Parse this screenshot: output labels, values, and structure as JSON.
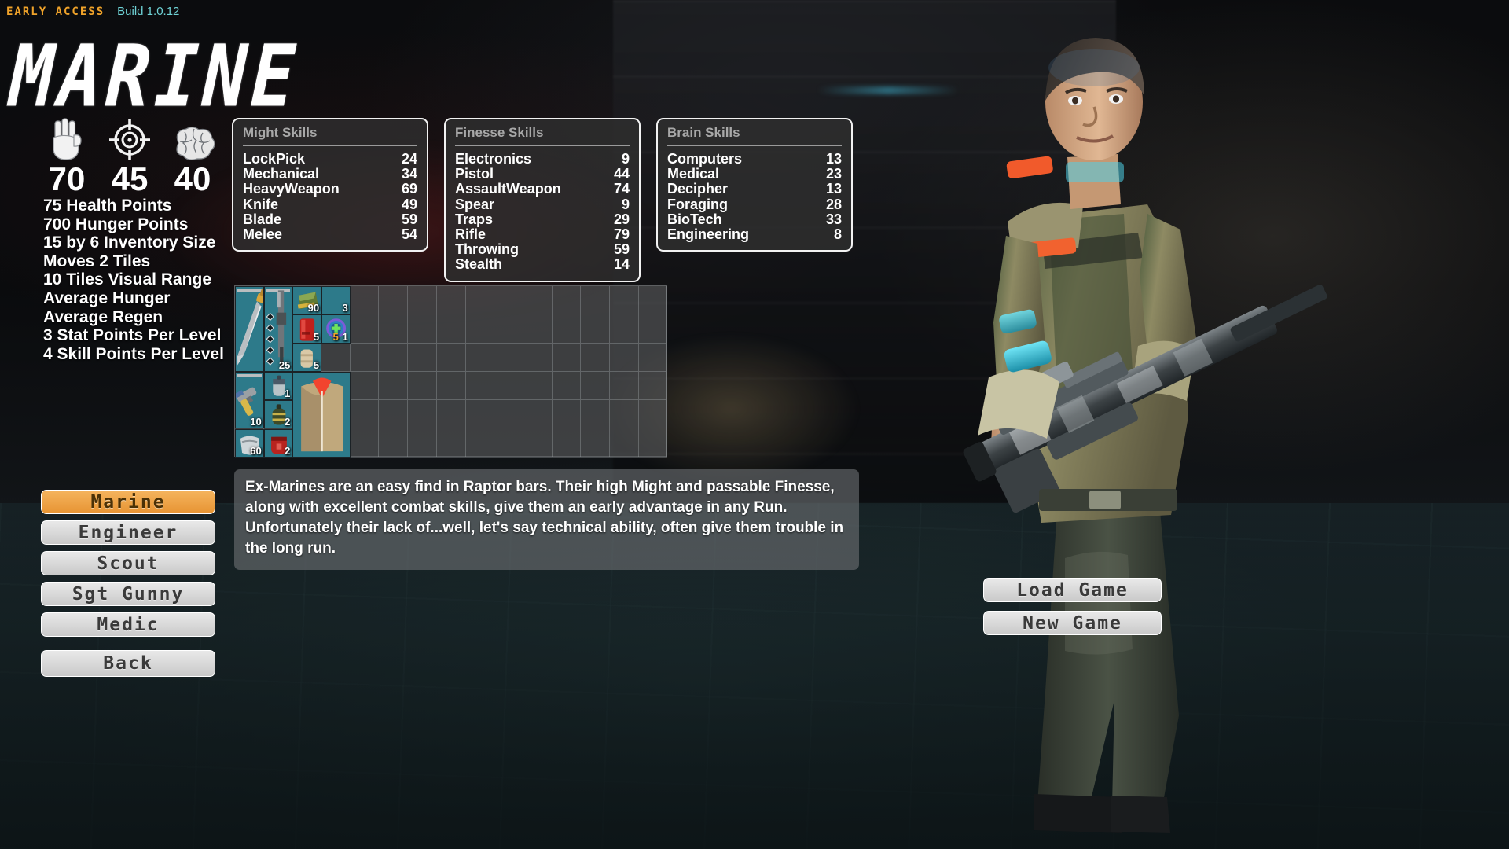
{
  "topbar": {
    "early_access": "EARLY ACCESS",
    "build": "Build 1.0.12",
    "early_access_color": "#f0a32a",
    "build_color": "#6fd3d6"
  },
  "class_title": "MARINE",
  "attributes": {
    "icons": [
      "fist-icon",
      "crosshair-icon",
      "brain-icon"
    ],
    "might": "70",
    "finesse": "45",
    "brain": "40",
    "lines": [
      "75 Health Points",
      "700 Hunger Points",
      "15 by 6 Inventory Size",
      "Moves 2 Tiles",
      "10 Tiles Visual Range",
      "Average Hunger",
      "Average Regen",
      "3 Stat Points Per Level",
      "4 Skill Points Per Level"
    ]
  },
  "skill_panels": [
    {
      "title": "Might Skills",
      "skills": [
        {
          "name": "LockPick",
          "value": "24"
        },
        {
          "name": "Mechanical",
          "value": "34"
        },
        {
          "name": "HeavyWeapon",
          "value": "69"
        },
        {
          "name": "Knife",
          "value": "49"
        },
        {
          "name": "Blade",
          "value": "59"
        },
        {
          "name": "Melee",
          "value": "54"
        }
      ]
    },
    {
      "title": "Finesse Skills",
      "skills": [
        {
          "name": "Electronics",
          "value": "9"
        },
        {
          "name": "Pistol",
          "value": "44"
        },
        {
          "name": "AssaultWeapon",
          "value": "74"
        },
        {
          "name": "Spear",
          "value": "9"
        },
        {
          "name": "Traps",
          "value": "29"
        },
        {
          "name": "Rifle",
          "value": "79"
        },
        {
          "name": "Throwing",
          "value": "59"
        },
        {
          "name": "Stealth",
          "value": "14"
        }
      ]
    },
    {
      "title": "Brain Skills",
      "skills": [
        {
          "name": "Computers",
          "value": "13"
        },
        {
          "name": "Medical",
          "value": "23"
        },
        {
          "name": "Decipher",
          "value": "13"
        },
        {
          "name": "Foraging",
          "value": "28"
        },
        {
          "name": "BioTech",
          "value": "33"
        },
        {
          "name": "Engineering",
          "value": "8"
        }
      ]
    }
  ],
  "inventory": {
    "columns": 15,
    "rows": 6,
    "items": [
      {
        "name": "machete",
        "icon": "machete-icon",
        "col": 0,
        "row": 0,
        "w": 1,
        "h": 3,
        "qty": "",
        "qty2": "",
        "durability": true
      },
      {
        "name": "rifle",
        "icon": "rifle-icon",
        "col": 1,
        "row": 0,
        "w": 1,
        "h": 3,
        "qty": "25",
        "qty2": "",
        "durability": true
      },
      {
        "name": "ammo-box",
        "icon": "ammo-icon",
        "col": 2,
        "row": 0,
        "w": 1,
        "h": 1,
        "qty": "90",
        "qty2": "",
        "durability": false
      },
      {
        "name": "empty-slot-count",
        "icon": "",
        "col": 3,
        "row": 0,
        "w": 1,
        "h": 1,
        "qty": "3",
        "qty2": "",
        "durability": false
      },
      {
        "name": "red-canister",
        "icon": "canister-icon",
        "col": 2,
        "row": 1,
        "w": 1,
        "h": 1,
        "qty": "5",
        "qty2": "",
        "durability": false
      },
      {
        "name": "medkit",
        "icon": "medkit-icon",
        "col": 3,
        "row": 1,
        "w": 1,
        "h": 1,
        "qty": "1",
        "qty2": "5",
        "durability": false
      },
      {
        "name": "bandage",
        "icon": "bandage-icon",
        "col": 2,
        "row": 2,
        "w": 1,
        "h": 1,
        "qty": "5",
        "qty2": "",
        "durability": false
      },
      {
        "name": "pistol",
        "icon": "pistol-icon",
        "col": 0,
        "row": 3,
        "w": 1,
        "h": 2,
        "qty": "10",
        "qty2": "",
        "durability": true
      },
      {
        "name": "canteen",
        "icon": "canteen-icon",
        "col": 1,
        "row": 3,
        "w": 1,
        "h": 1,
        "qty": "1",
        "qty2": "",
        "durability": false
      },
      {
        "name": "grenade",
        "icon": "grenade-icon",
        "col": 1,
        "row": 4,
        "w": 1,
        "h": 1,
        "qty": "2",
        "qty2": "",
        "durability": false
      },
      {
        "name": "vest-armor",
        "icon": "armor-vest-icon",
        "col": 2,
        "row": 3,
        "w": 2,
        "h": 3,
        "qty": "",
        "qty2": "",
        "durability": false
      },
      {
        "name": "rag",
        "icon": "rag-icon",
        "col": 0,
        "row": 5,
        "w": 1,
        "h": 1,
        "qty": "60",
        "qty2": "",
        "durability": false
      },
      {
        "name": "red-pack",
        "icon": "pack-icon",
        "col": 1,
        "row": 5,
        "w": 1,
        "h": 1,
        "qty": "2",
        "qty2": "",
        "durability": false
      }
    ]
  },
  "description": "Ex-Marines are an easy find in Raptor bars. Their high Might and passable Finesse, along with excellent combat skills, give them an early advantage in any Run. Unfortunately their lack of...well, let's say technical ability, often give them trouble in the long run.",
  "class_buttons": [
    {
      "label": "Marine",
      "selected": true
    },
    {
      "label": "Engineer",
      "selected": false
    },
    {
      "label": "Scout",
      "selected": false
    },
    {
      "label": "Sgt Gunny",
      "selected": false
    },
    {
      "label": "Medic",
      "selected": false
    }
  ],
  "back_button": "Back",
  "right_buttons": [
    {
      "label": "Load Game"
    },
    {
      "label": "New Game"
    }
  ],
  "colors": {
    "selected_button": "#e79433",
    "button": "#d7d7d7",
    "panel_bg": "#303030",
    "item_bg": "#2d7a8a"
  }
}
